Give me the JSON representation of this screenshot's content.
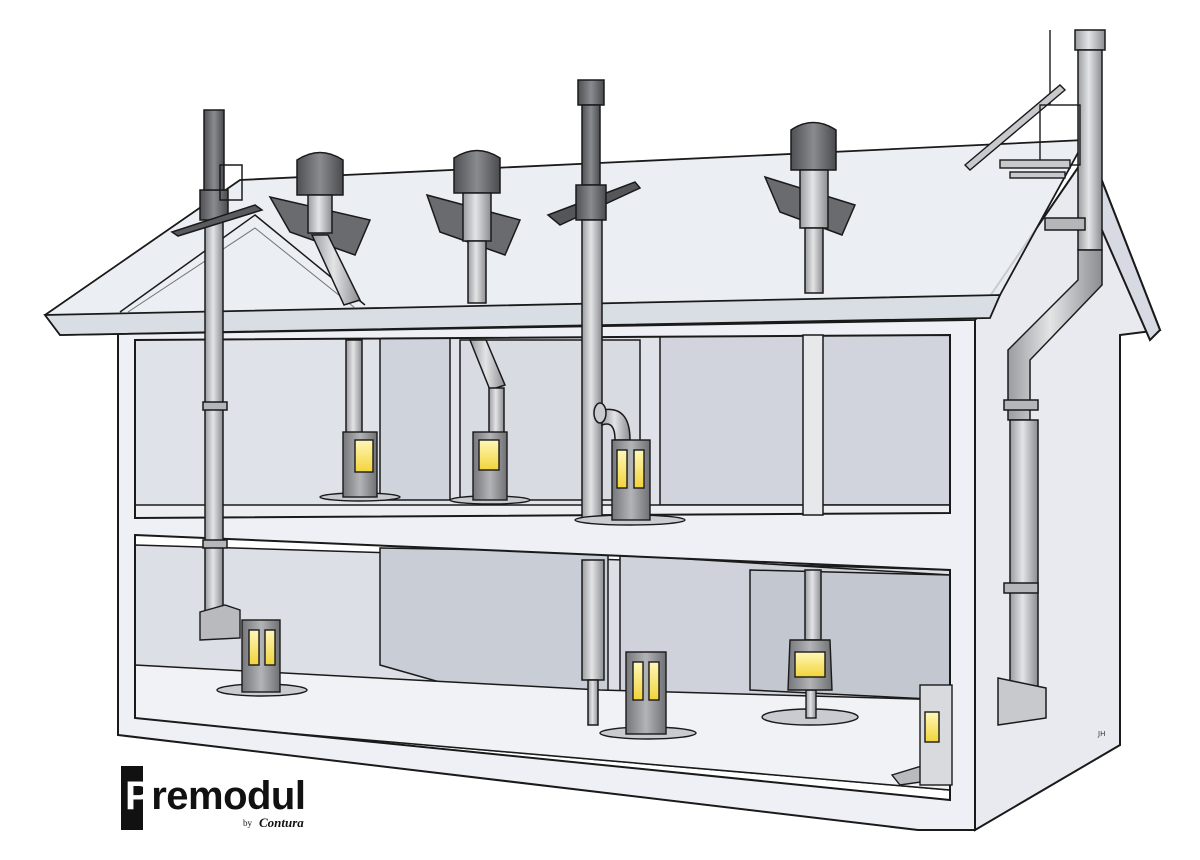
{
  "brand": {
    "first_letter": "P",
    "rest": "remodul",
    "by": "by",
    "maker": "Contura"
  },
  "artist_mark": "JH",
  "colors": {
    "outline": "#1a1a1a",
    "wall_face": "#eef0f5",
    "interior_back": "#d4d7df",
    "roof_glass": "#e6eaf0",
    "pipe_light": "#cfd0d3",
    "pipe_dark": "#6e6f72",
    "stove_body": "#9a9b9e",
    "flame": "#f6e25c"
  },
  "icons": [
    "house-cutaway-icon",
    "chimney-pipe-icon",
    "stove-icon",
    "roof-ladder-icon"
  ]
}
